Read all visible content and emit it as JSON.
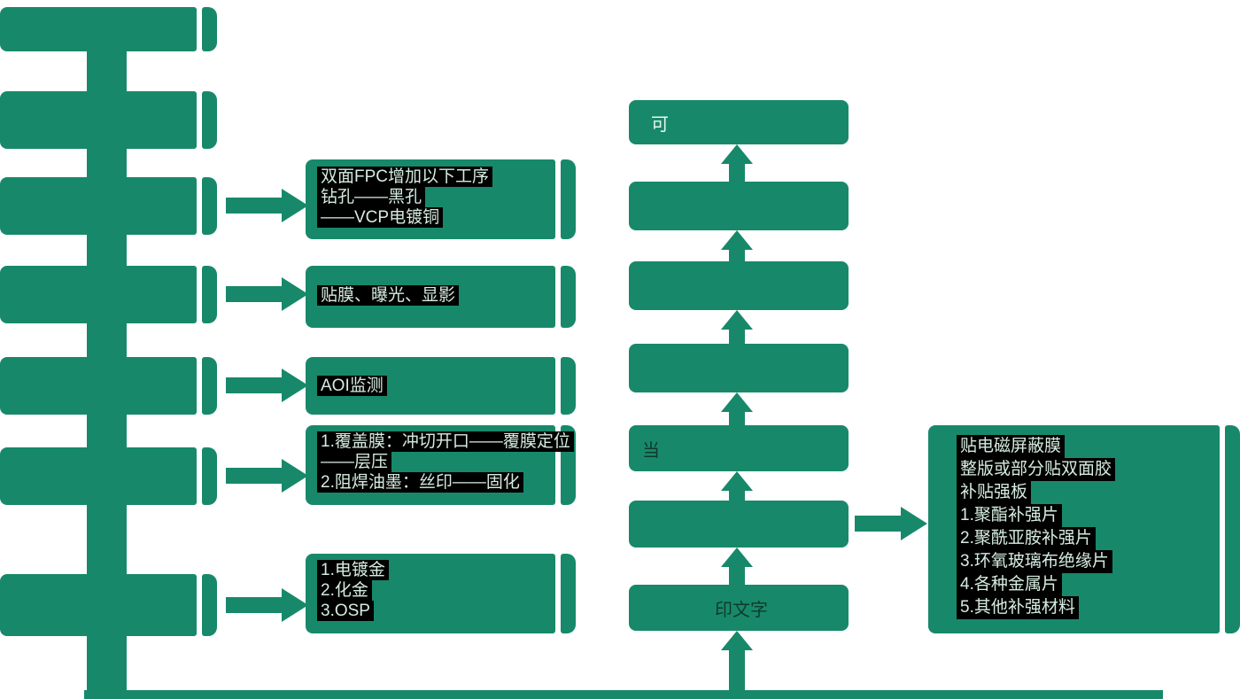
{
  "colors": {
    "green": "#17896a",
    "note_bg": "#000000",
    "note_text": "#d6ece0",
    "dark_label": "#0e3a2b",
    "light_label": "#e8f6ef"
  },
  "annotations": [
    {
      "lines": [
        "双面FPC增加以下工序",
        "钻孔——黑孔",
        "——VCP电镀铜"
      ]
    },
    {
      "lines": [
        "贴膜、曝光、显影"
      ]
    },
    {
      "lines": [
        "AOI监测"
      ]
    },
    {
      "lines": [
        "1.覆盖膜：冲切开口——覆膜定位",
        "——层压",
        "2.阻焊油墨：丝印——固化"
      ]
    },
    {
      "lines": [
        "1.电镀金",
        "2.化金",
        "3.OSP"
      ]
    }
  ],
  "process_column": {
    "visible_labels": {
      "box1": "可",
      "box5": "当",
      "box7": "印文字"
    }
  },
  "side_note": {
    "lines": [
      "贴电磁屏蔽膜",
      "整版或部分贴双面胶",
      "补贴强板",
      "1.聚酯补强片",
      "2.聚酰亚胺补强片",
      "3.环氧玻璃布绝缘片",
      "4.各种金属片",
      "5.其他补强材料"
    ]
  }
}
